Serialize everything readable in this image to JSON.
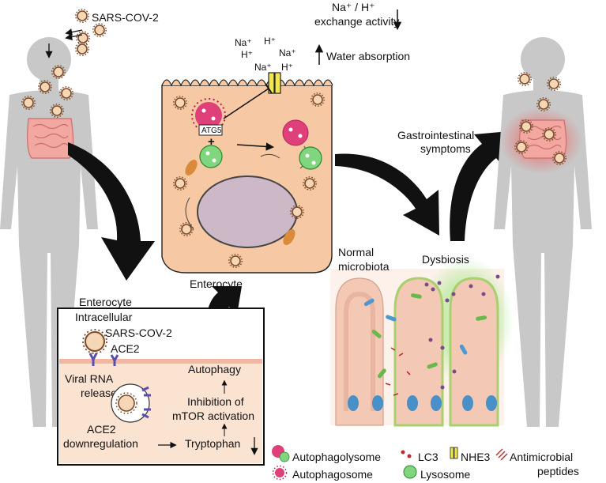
{
  "virus_label": "SARS-COV-2",
  "exchange": {
    "line1": "Na⁺ / H⁺",
    "line2": "exchange activity"
  },
  "water_absorption": "Water absorption",
  "ions": [
    "Na⁺",
    "H⁺",
    "H⁺",
    "Na⁺",
    "Na⁺",
    "H⁺"
  ],
  "atg5_label": "ATG5",
  "enterocyte_label": "Enterocyte",
  "gi_symptoms": {
    "line1": "Gastrointestinal",
    "line2": "symptoms"
  },
  "microbiota": {
    "normal_line1": "Normal",
    "normal_line2": "microbiota",
    "dysbiosis": "Dysbiosis"
  },
  "inset": {
    "title_line1": "Enterocyte",
    "title_line2": "Intracellular",
    "virus": "SARS-COV-2",
    "receptor": "ACE2",
    "viral_rna_line1": "Viral RNA",
    "viral_rna_line2": "release",
    "ace2_down_line1": "ACE2",
    "ace2_down_line2": "downregulation",
    "autophagy": "Autophagy",
    "inhibition_line1": "Inhibition of",
    "inhibition_line2": "mTOR activation",
    "tryptophan": "Tryptophan"
  },
  "legend": {
    "autophagolysome": "Autophagolysome",
    "autophagosome": "Autophagosome",
    "lc3": "LC3",
    "lysosome": "Lysosome",
    "nhe3": "NHE3",
    "antimicrobial_line1": "Antimicrobial",
    "antimicrobial_line2": "peptides"
  },
  "colors": {
    "body": "#c8c8c8",
    "cell": "#f6c9a4",
    "nucleus": "#cdb8c8",
    "autophagosome": "#e0407a",
    "lysosome": "#7fd67f",
    "nhe3": "#f2e84a",
    "receptor": "#5a4fb0",
    "villus": "#f3c9b6"
  }
}
